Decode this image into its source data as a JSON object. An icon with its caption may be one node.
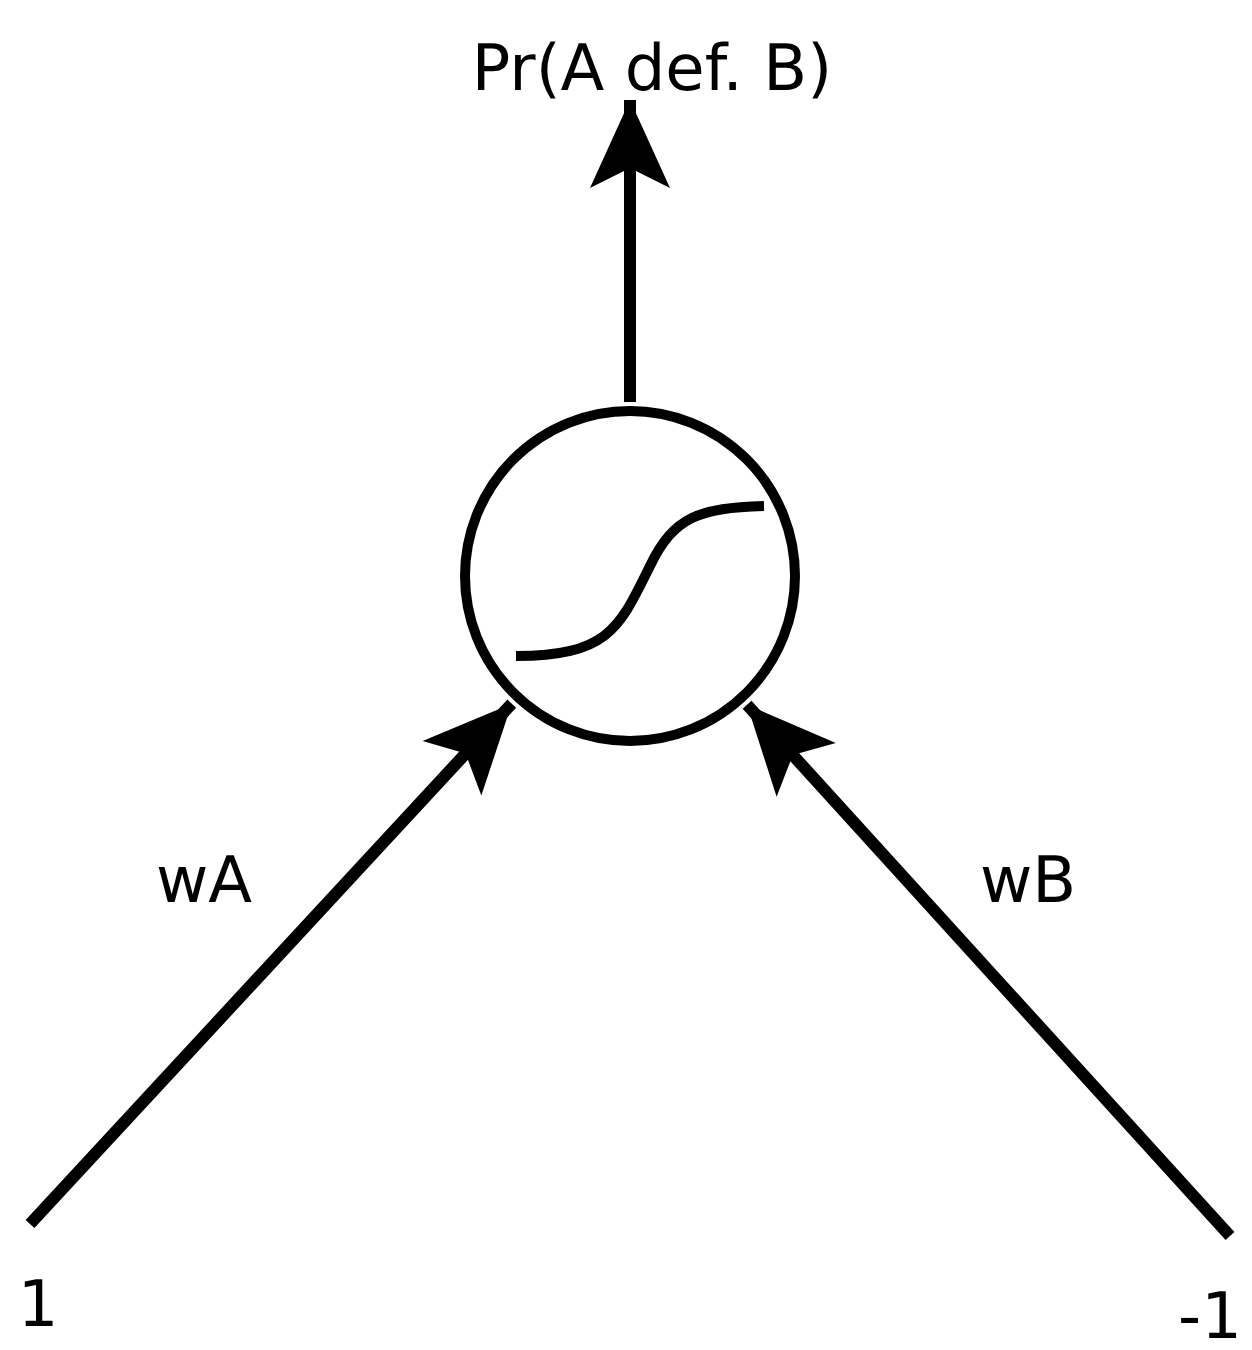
{
  "diagram": {
    "nodes": [
      {
        "text": [],
        "shape": "circle"
      },
      {
        "text": [
          "Pr(A def. B)"
        ]
      },
      {
        "text": [
          "1"
        ]
      },
      {
        "text": [
          "-1"
        ]
      }
    ],
    "edges": [
      {
        "from": 0,
        "to": 1,
        "arrow": "to"
      },
      {
        "from": 2,
        "to": 0,
        "arrow": "to",
        "label": "wA"
      },
      {
        "from": 3,
        "to": 0,
        "arrow": "to",
        "label": "wB"
      }
    ]
  }
}
